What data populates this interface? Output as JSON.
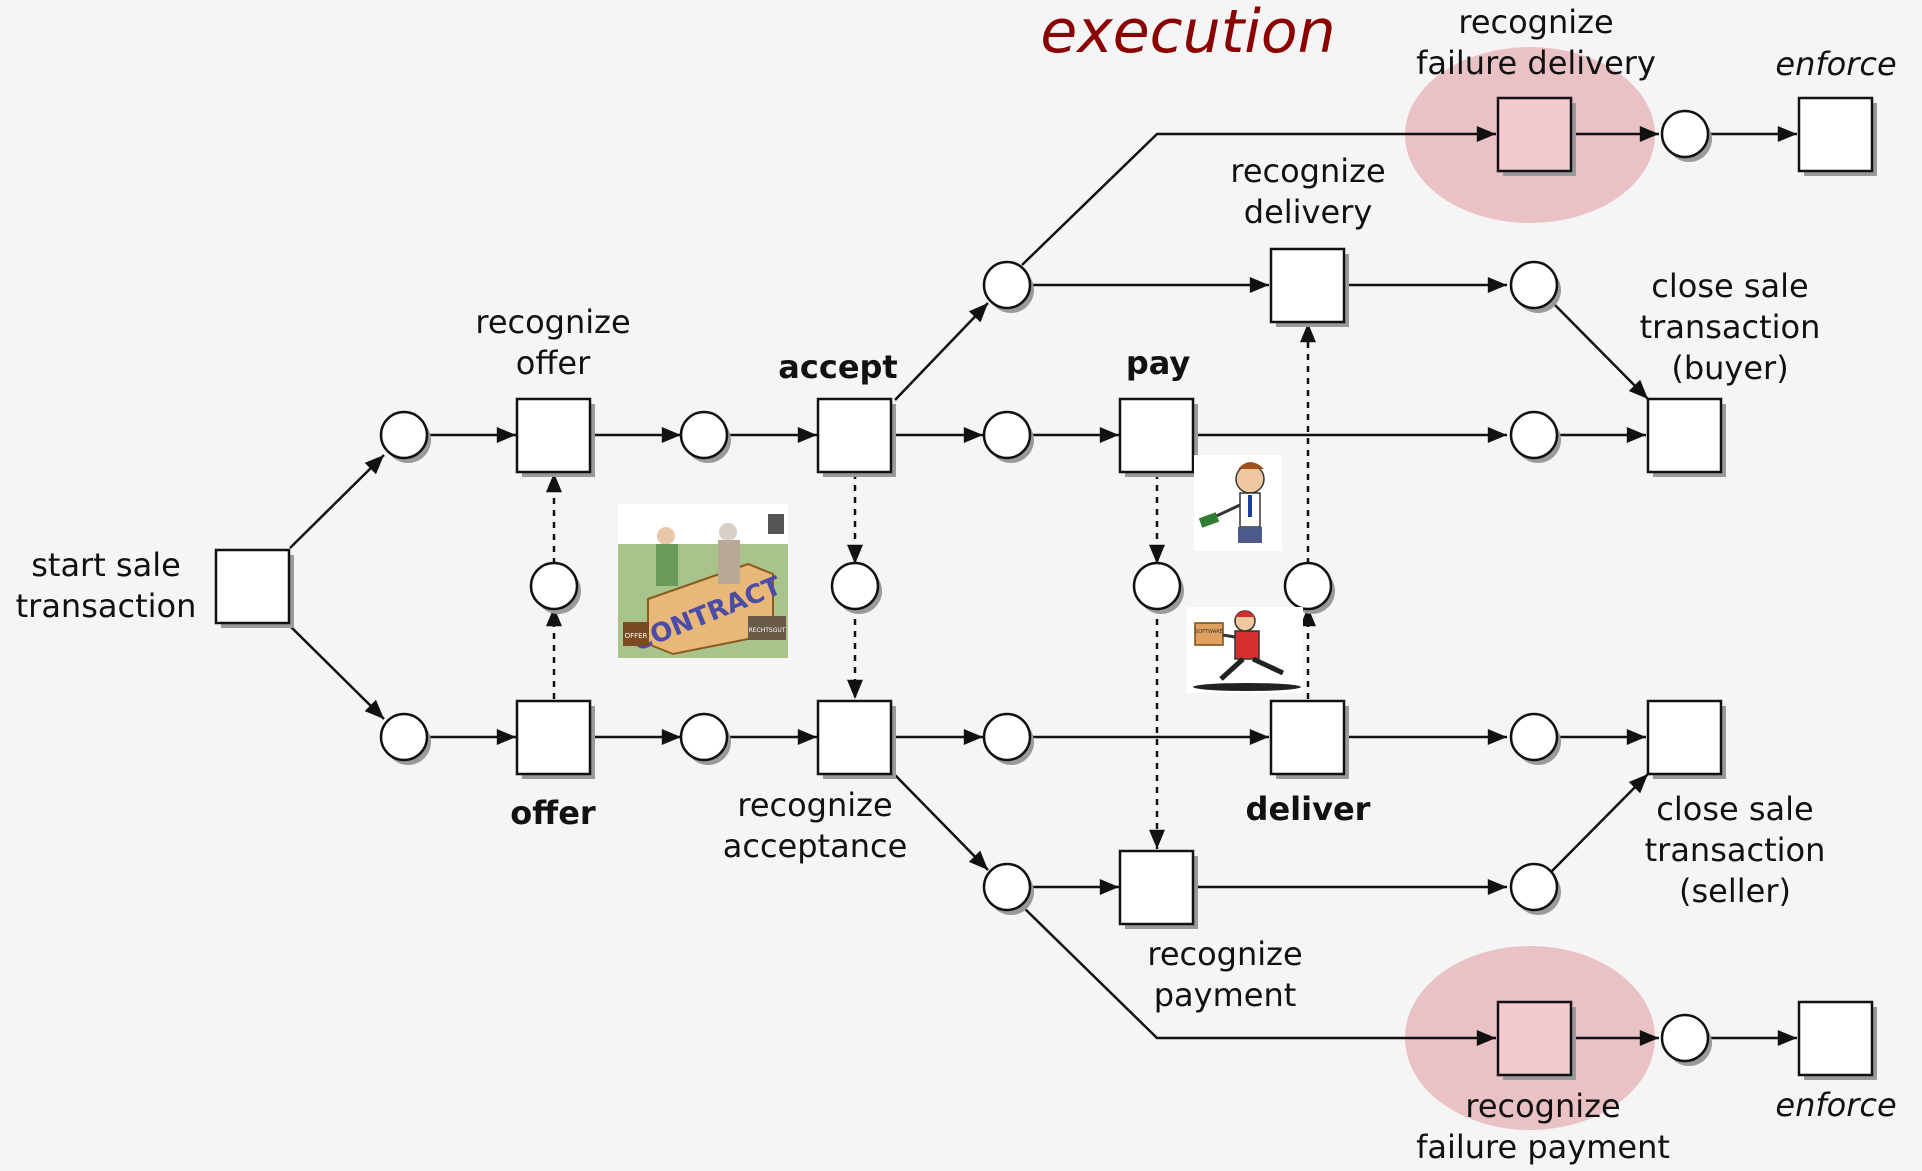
{
  "diagram": {
    "title": "execution",
    "colors": {
      "title": "#8b0000",
      "highlight": "#f2c9cc",
      "halo": "#e8b9bc",
      "background": "#f5f5f5"
    },
    "labels": {
      "start_sale": [
        "start sale",
        "transaction"
      ],
      "recognize_offer": [
        "recognize",
        "offer"
      ],
      "offer": "offer",
      "accept": "accept",
      "recognize_acceptance": [
        "recognize",
        "acceptance"
      ],
      "pay": "pay",
      "recognize_payment": [
        "recognize",
        "payment"
      ],
      "recognize_delivery": [
        "recognize",
        "delivery"
      ],
      "deliver": "deliver",
      "close_buyer": [
        "close sale",
        "transaction",
        "(buyer)"
      ],
      "close_seller": [
        "close sale",
        "transaction",
        "(seller)"
      ],
      "recognize_failure_delivery": [
        "recognize",
        "failure delivery"
      ],
      "recognize_failure_payment": [
        "recognize",
        "failure payment"
      ],
      "enforce_top": "enforce",
      "enforce_bottom": "enforce"
    },
    "images": {
      "contract_text": "CONTRACT",
      "contract_box": "OFFER",
      "contract_case": "RECHTSGUT",
      "package": "SOFTWARE"
    }
  }
}
